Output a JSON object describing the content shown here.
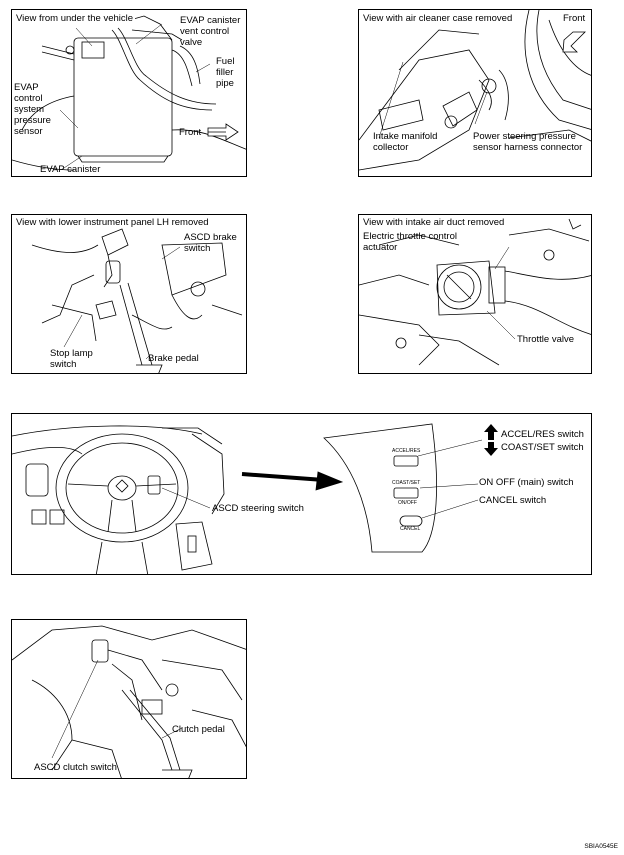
{
  "panels": {
    "p1": {
      "heading": "View from under the vehicle",
      "labels": {
        "evap_vent": "EVAP canister\nvent control\nvalve",
        "fuel_filler": "Fuel\nfiller\npipe",
        "evap_sensor": "EVAP\ncontrol\nsystem\npressure\nsensor",
        "front": "Front",
        "canister": "EVAP canister"
      }
    },
    "p2": {
      "heading": "View with air cleaner case removed",
      "labels": {
        "front": "Front",
        "intake": "Intake manifold\ncollector",
        "ps_sensor": "Power steering pressure\nsensor harness connector"
      }
    },
    "p3": {
      "heading": "View with lower instrument panel LH removed",
      "labels": {
        "ascd_brake": "ASCD brake\nswitch",
        "stop_lamp": "Stop lamp\nswitch",
        "brake_pedal": "Brake pedal"
      }
    },
    "p4": {
      "heading": "View with intake air duct removed",
      "labels": {
        "etc": "Electric throttle control\nactuator",
        "throttle": "Throttle valve"
      }
    },
    "p5": {
      "labels": {
        "accel": "ACCEL/RES switch",
        "coast": "COAST/SET switch",
        "onoff": "ON OFF (main) switch",
        "cancel": "CANCEL switch",
        "steering": "ASCD steering switch"
      },
      "button_text": {
        "accel": "ACCEL/RES",
        "coast": "COAST/SET",
        "onoff": "ON/OFF",
        "cancel": "CANCEL"
      }
    },
    "p6": {
      "labels": {
        "clutch_pedal": "Clutch pedal",
        "clutch_switch": "ASCD clutch switch"
      }
    }
  },
  "figure_code": "SBIA0545E"
}
